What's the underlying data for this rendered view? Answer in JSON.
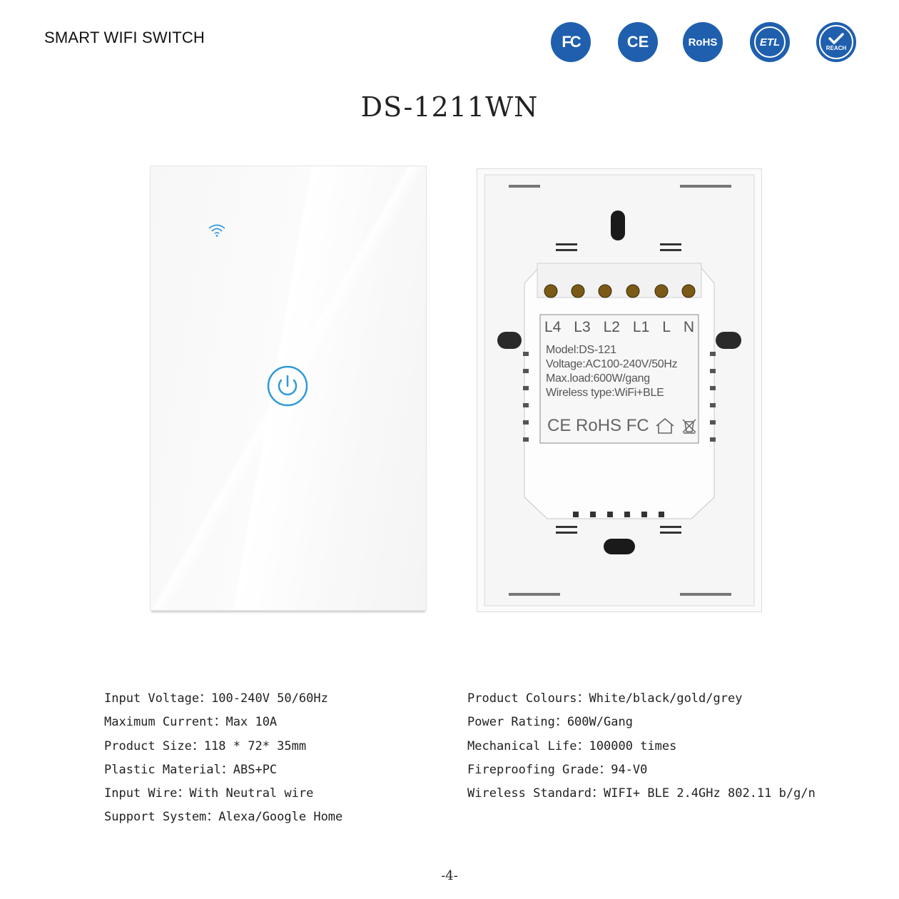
{
  "header": {
    "title": "SMART WIFI SWITCH",
    "certifications": [
      {
        "name": "fcc-logo",
        "text": "FC"
      },
      {
        "name": "ce-logo",
        "text": "CE"
      },
      {
        "name": "rohs-logo",
        "text": "RoHS"
      },
      {
        "name": "etl-logo",
        "text": "ETL"
      },
      {
        "name": "reach-logo",
        "text": "REACH"
      }
    ]
  },
  "model": "DS-1211WN",
  "front_panel": {
    "indicator_icon": "wifi-icon",
    "button_icon": "power-icon",
    "accent_color": "#2f9ad8"
  },
  "back_panel": {
    "terminals": [
      "L4",
      "L3",
      "L2",
      "L1",
      "L",
      "N"
    ],
    "label_lines": [
      "Model:DS-121",
      "Voltage:AC100-240V/50Hz",
      "Max.load:600W/gang",
      "Wireless type:WiFi+BLE"
    ],
    "marks": "CE RoHS FC"
  },
  "specs_left": [
    "Input Voltage：100-240V 50/60Hz",
    "Maximum Current：Max 10A",
    "Product Size：118 * 72* 35mm",
    "Plastic Material：ABS+PC",
    "Input Wire：With Neutral wire",
    "Support System：Alexa/Google Home"
  ],
  "specs_right": [
    "Product Colours：White/black/gold/grey",
    "Power Rating：600W/Gang",
    "Mechanical Life：100000 times",
    "Fireproofing Grade：94-V0",
    "Wireless Standard：WIFI+ BLE 2.4GHz 802.11 b/g/n"
  ],
  "page_number": "-4-",
  "colors": {
    "cert_blue": "#1f5fae",
    "text": "#222222"
  }
}
